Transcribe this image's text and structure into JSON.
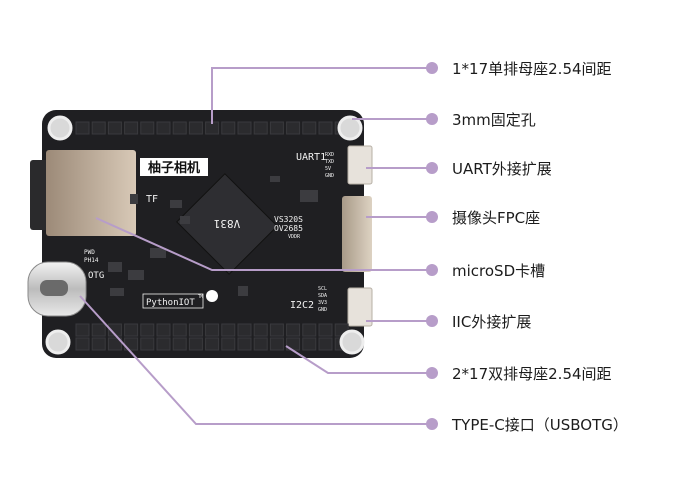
{
  "callouts": [
    "1*17单排母座2.54间距",
    "3mm固定孔",
    "UART外接扩展",
    "摄像头FPC座",
    "microSD卡槽",
    "IIC外接扩展",
    "2*17双排母座2.54间距",
    "TYPE-C接口（USBOTG）"
  ],
  "board": {
    "title": "柚子相机",
    "tf": "TF",
    "uart": "UART1",
    "uart_pins": [
      "RXD",
      "TXD",
      "5V",
      "GND"
    ],
    "iic": "I2C2",
    "iic_pins": [
      "SCL",
      "SDA",
      "3V3",
      "GND"
    ],
    "chip": "V831",
    "sensors": [
      "VS320S",
      "OV2685"
    ],
    "vddr": "VDDR",
    "otg": "OTG",
    "pwd": "PWD",
    "ph14": "PH14",
    "brand": "PythonIOT",
    "tm": "TM"
  },
  "colors": {
    "board": "#1f1f22",
    "pin": "#2b2b2e",
    "leader": "#b79dc9",
    "dot": "#b79dc9"
  }
}
